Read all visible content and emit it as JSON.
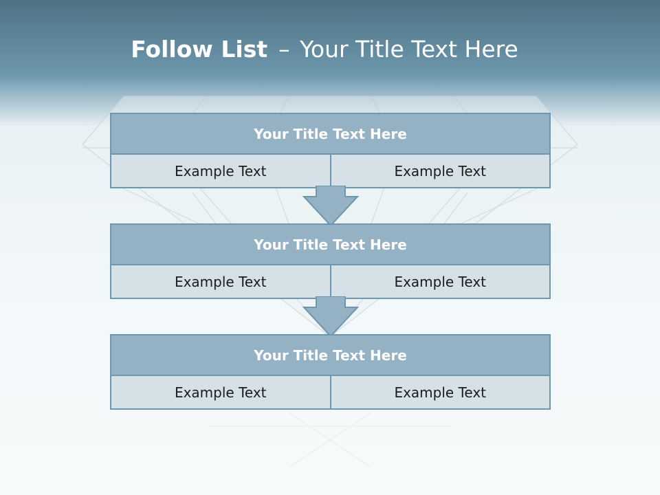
{
  "header": {
    "title_bold": "Follow List",
    "title_separator": "–",
    "title_rest": "Your Title Text Here"
  },
  "colors": {
    "header": "#5f8599",
    "box_title": "#95b2c4",
    "box_border": "#6c97ad",
    "cell": "#d6e1e7",
    "arrow": "#95b2c4"
  },
  "icons": {
    "background": "diamond-icon",
    "connector": "arrow-down-icon"
  },
  "steps": [
    {
      "title": "Your Title Text Here",
      "left": "Example Text",
      "right": "Example Text"
    },
    {
      "title": "Your Title Text Here",
      "left": "Example Text",
      "right": "Example Text"
    },
    {
      "title": "Your Title Text Here",
      "left": "Example Text",
      "right": "Example Text"
    }
  ]
}
